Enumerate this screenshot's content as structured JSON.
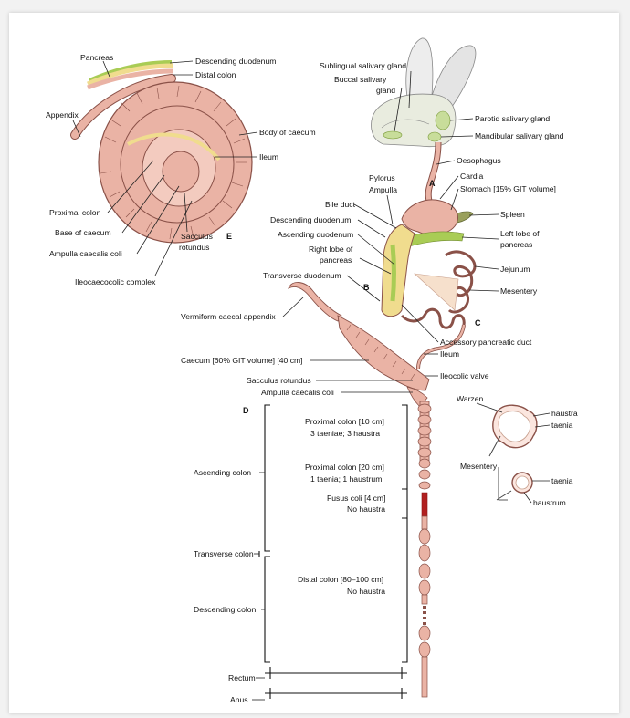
{
  "colors": {
    "gut_fill": "#eab3a5",
    "gut_stroke": "#8a5148",
    "duodenum_fill": "#f0dc8e",
    "pancreas_fill": "#a9cc55",
    "salivary_fill": "#c8dd9a",
    "rectum_red": "#b12020"
  },
  "caecum_inset": {
    "letter": "E",
    "labels": {
      "pancreas": "Pancreas",
      "descending_duodenum": "Descending duodenum",
      "distal_colon": "Distal colon",
      "appendix": "Appendix",
      "body_of_caecum": "Body of caecum",
      "ileum": "Ileum",
      "proximal_colon": "Proximal colon",
      "base_of_caecum": "Base of caecum",
      "ampulla_caecalis_coli": "Ampulla caecalis coli",
      "sacculus_rotundus_1": "Sacculus",
      "sacculus_rotundus_2": "rotundus",
      "ileocaecocolic_complex": "Ileocaecocolic complex"
    }
  },
  "head_labels": {
    "sublingual": "Sublingual salivary gland",
    "buccal_1": "Buccal salivary",
    "buccal_2": "gland",
    "parotid": "Parotid salivary gland",
    "mandibular": "Mandibular salivary gland"
  },
  "upper_tract_labels": {
    "oesophagus": "Oesophagus",
    "cardia": "Cardia",
    "stomach": "Stomach [15% GIT volume]",
    "pylorus": "Pylorus",
    "ampulla": "Ampulla",
    "bile_duct": "Bile duct",
    "descending_duodenum": "Descending duodenum",
    "ascending_duodenum": "Ascending duodenum",
    "right_lobe_1": "Right lobe of",
    "right_lobe_2": "pancreas",
    "transverse_duodenum": "Transverse duodenum",
    "spleen": "Spleen",
    "left_lobe_1": "Left lobe of",
    "left_lobe_2": "pancreas",
    "jejunum": "Jejunum",
    "mesentery": "Mesentery",
    "accessory_duct": "Accessory pancreatic duct",
    "ileum": "Ileum",
    "ileocolic_valve": "Ileocolic valve",
    "letter_a": "A",
    "letter_b": "B",
    "letter_c": "C"
  },
  "caecum_labels": {
    "vermiform": "Vermiform caecal appendix",
    "caecum": "Caecum [60% GIT volume] [40 cm]",
    "sacculus": "Sacculus rotundus",
    "ampulla": "Ampulla caecalis coli",
    "letter_d": "D"
  },
  "colon_labels": {
    "proximal_10_1": "Proximal colon [10 cm]",
    "proximal_10_2": "3 taeniae; 3 haustra",
    "proximal_20_1": "Proximal colon [20 cm]",
    "proximal_20_2": "1 taenia; 1 haustrum",
    "fusus_1": "Fusus coli [4 cm]",
    "fusus_2": "No haustra",
    "distal_1": "Distal colon [80–100 cm]",
    "distal_2": "No haustra",
    "ascending": "Ascending colon",
    "transverse": "Transverse colon",
    "descending": "Descending colon",
    "rectum": "Rectum",
    "anus": "Anus"
  },
  "cross_section_labels": {
    "warzen": "Warzen",
    "haustra": "haustra",
    "taenia_1": "taenia",
    "mesentery": "Mesentery",
    "taenia_2": "taenia",
    "haustrum": "haustrum"
  }
}
